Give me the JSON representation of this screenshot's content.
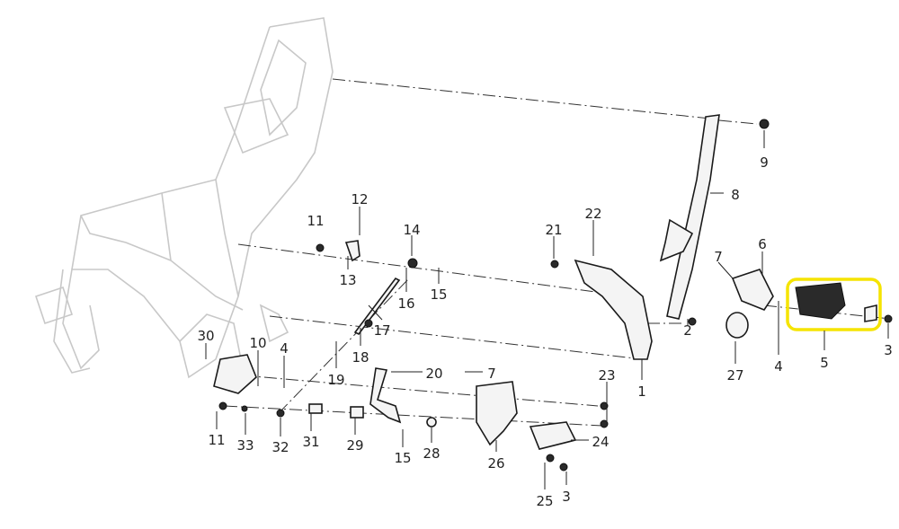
{
  "diagram": {
    "highlight_color": "#f5e400",
    "callouts": {
      "c9": "9",
      "c8": "8",
      "c12": "12",
      "c11a": "11",
      "c14": "14",
      "c22": "22",
      "c21": "21",
      "c6": "6",
      "c7a": "7",
      "c13": "13",
      "c16": "16",
      "c15a": "15",
      "c17": "17",
      "c2": "2",
      "c18": "18",
      "c19": "19",
      "c20": "20",
      "c7b": "7",
      "c23": "23",
      "c30": "30",
      "c10": "10",
      "c4a": "4",
      "c1": "1",
      "c27": "27",
      "c4b": "4",
      "c5": "5",
      "c3a": "3",
      "c11b": "11",
      "c33": "33",
      "c32": "32",
      "c31": "31",
      "c29": "29",
      "c15b": "15",
      "c28": "28",
      "c26": "26",
      "c24": "24",
      "c25": "25",
      "c3b": "3"
    }
  }
}
